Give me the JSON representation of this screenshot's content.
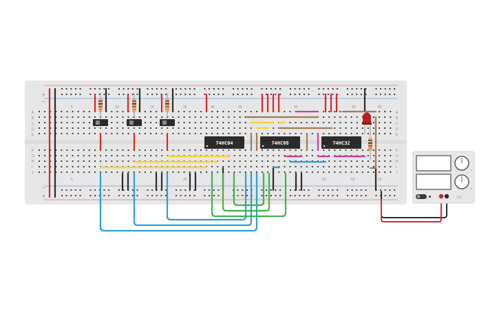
{
  "board": {
    "column_numbers": [
      "5",
      "10",
      "15",
      "20",
      "25",
      "30",
      "35",
      "40",
      "45",
      "50",
      "55",
      "60"
    ],
    "row_letters_top": [
      "A",
      "B",
      "C",
      "D",
      "E"
    ],
    "row_letters_bottom": [
      "F",
      "G",
      "H",
      "I",
      "J"
    ],
    "rail_plus": "+",
    "rail_minus": "−"
  },
  "chips": [
    {
      "label": "74HC04"
    },
    {
      "label": "74HC08"
    },
    {
      "label": "74HC32"
    }
  ],
  "power_supply": {
    "brand": "DC",
    "knob_labels": [
      "V",
      "A"
    ]
  },
  "colors": {
    "board": "#e7e7e7",
    "hole": "#3c3c3c",
    "rail_red": "#e23b3b",
    "rail_blue": "#3a7bd5",
    "wire_red": "#d9262b",
    "wire_black": "#2a2a2a",
    "wire_yellow": "#f4d53a",
    "wire_brown": "#a07a55",
    "wire_magenta": "#d23aa0",
    "wire_cyan": "#2a9fd0",
    "wire_green": "#39b54a",
    "chip": "#2b2b2b",
    "led": "#b81f1f"
  }
}
